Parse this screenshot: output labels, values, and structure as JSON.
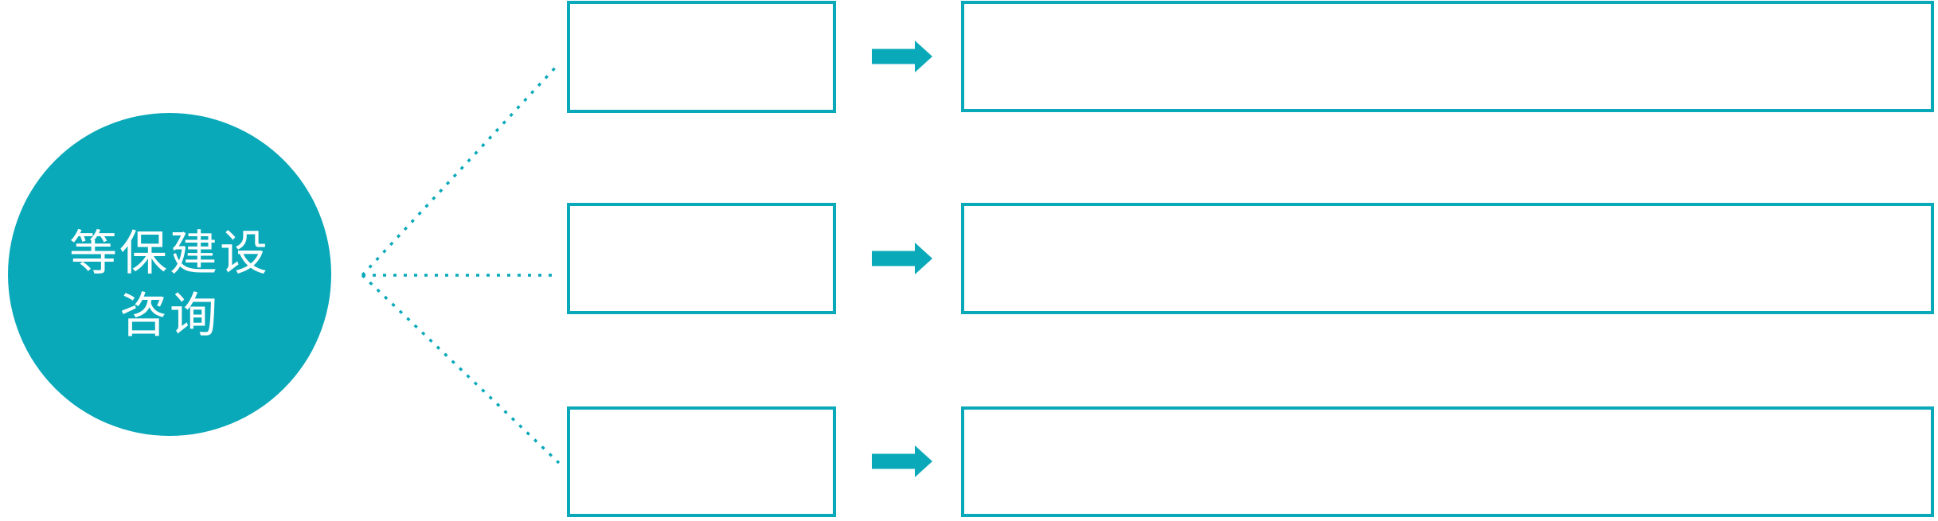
{
  "diagram": {
    "circle": {
      "label_line1": "等保建设",
      "label_line2": "咨询"
    },
    "rows": [
      {
        "stage_label": "",
        "detail_label": ""
      },
      {
        "stage_label": "",
        "detail_label": ""
      },
      {
        "stage_label": "",
        "detail_label": ""
      }
    ],
    "icons": {
      "arrow": "arrow-right-icon",
      "connector": "dotted-fan-connector"
    },
    "colors": {
      "accent_teal": "#0aa9b9",
      "text_on_accent": "#ffffff",
      "background": "#ffffff"
    }
  }
}
